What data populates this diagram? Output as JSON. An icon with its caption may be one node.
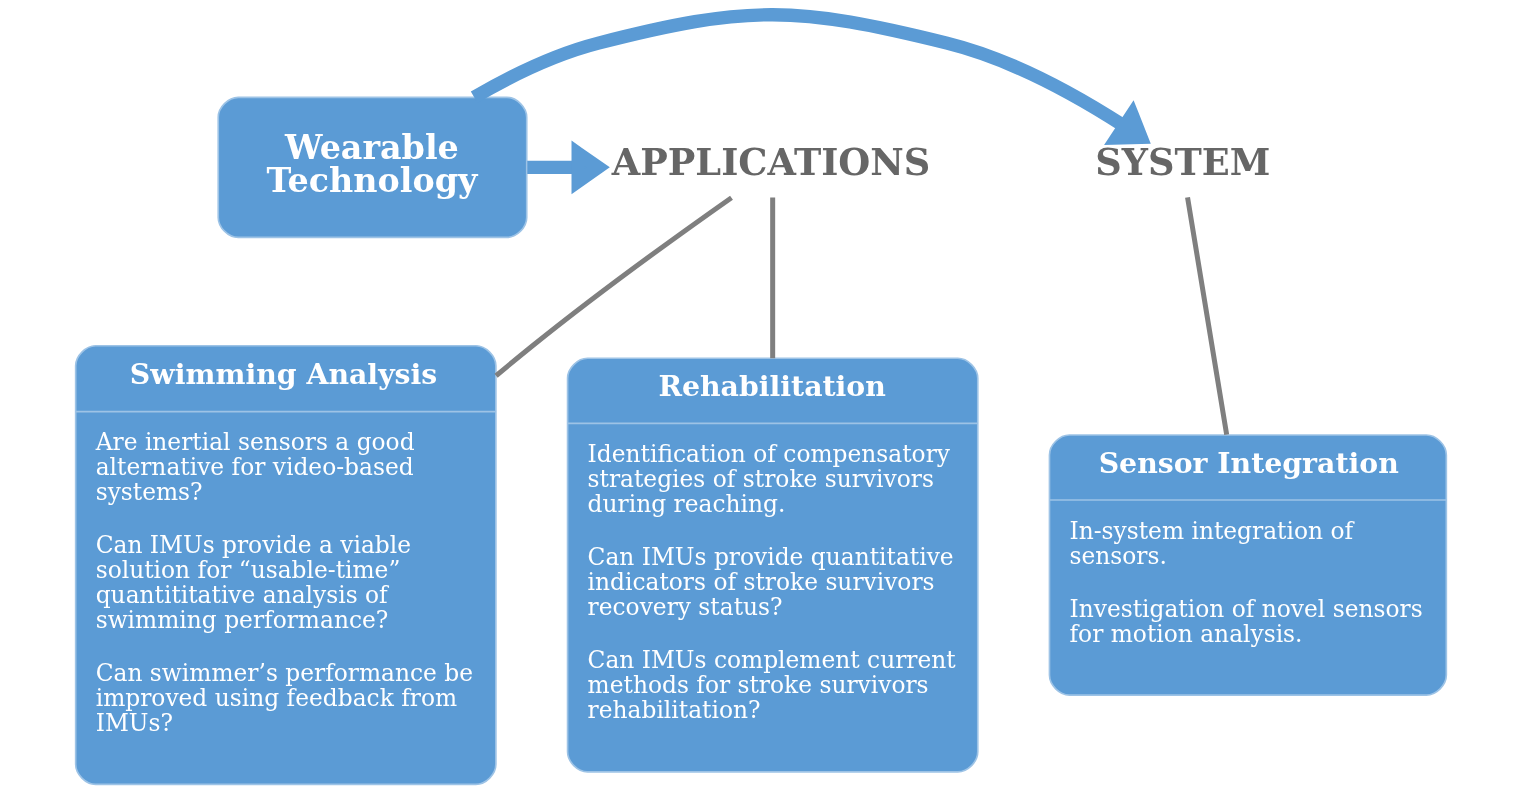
{
  "diagram": {
    "nodes": [
      {
        "text": [
          "Wearable Technology"
        ]
      },
      {
        "text": [
          "SYSTEM"
        ]
      },
      {
        "text": [
          "APPLICATIONS"
        ]
      },
      {
        "text": [
          "Sensor Integration",
          "In-system integration of sensors.",
          "Investigation of novel sensors for motion analysis."
        ]
      },
      {
        "text": [
          "Swimming Analysis",
          "Are inertial sensors a good alternative for video-based systems?",
          "Can IMUs provide a viable solution for “usable-time” quantititative analysis of swimming performance?",
          "Can swimmer’s performance be improved using feedback from IMUs?"
        ]
      },
      {
        "text": [
          "Rehabilitation",
          "Identification of compensatory strategies of stroke survivors during reaching.",
          "Can IMUs provide quantitative indicators of stroke survivors recovery status?",
          "Can IMUs complement current methods for stroke survivors rehabilitation?"
        ]
      }
    ],
    "edges": [
      {
        "from": 0,
        "to": 1,
        "arrow": "to",
        "style": "thick",
        "color": "#5b9bd5"
      },
      {
        "from": 0,
        "to": 2,
        "arrow": "to",
        "style": "thick",
        "color": "#5b9bd5"
      },
      {
        "from": 1,
        "to": 3,
        "arrow": "none"
      },
      {
        "from": 2,
        "to": 4,
        "arrow": "none"
      },
      {
        "from": 2,
        "to": 5,
        "arrow": "none"
      }
    ]
  }
}
